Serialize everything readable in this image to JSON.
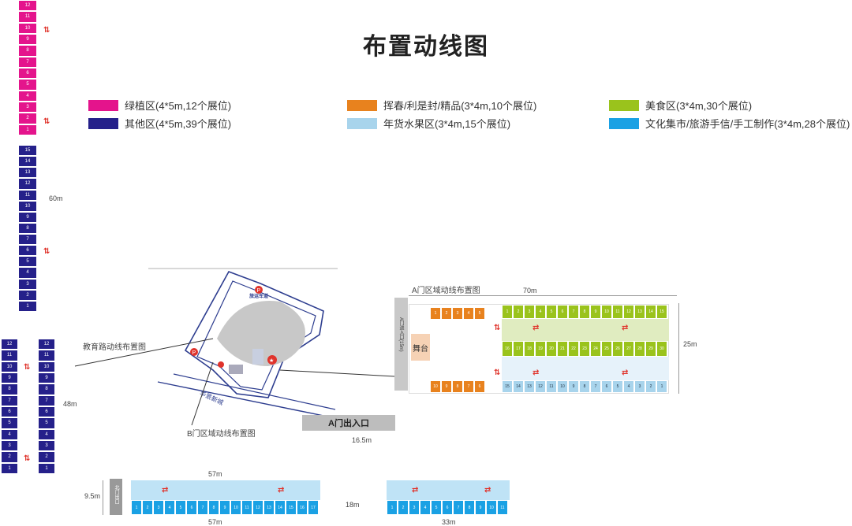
{
  "title": "布置动线图",
  "legend": [
    {
      "label": "绿植区(4*5m,12个展位)",
      "color": "#e4148c"
    },
    {
      "label": "挥春/利是封/精品(3*4m,10个展位)",
      "color": "#e8821e"
    },
    {
      "label": "美食区(3*4m,30个展位)",
      "color": "#9ac31c"
    },
    {
      "label": "其他区(4*5m,39个展位)",
      "color": "#25208a"
    },
    {
      "label": "年货水果区(3*4m,15个展位)",
      "color": "#a8d4ec"
    },
    {
      "label": "文化集市/旅游手信/手工制作(3*4m,28个展位)",
      "color": "#1aa1e4"
    }
  ],
  "dimensions": {
    "left_60m": "60m",
    "left_48m": "48m",
    "zone_a_70m": "70m",
    "zone_a_25m": "25m",
    "zone_a_16_5m": "16.5m",
    "bottom_57m_top": "57m",
    "bottom_57m_bottom": "57m",
    "bottom_9_5m": "9.5m",
    "bottom_18m": "18m",
    "bottom_33m": "33m"
  },
  "labels": {
    "education_road": "教育路动线布置图",
    "zone_b": "B门区域动线布置图",
    "zone_a": "A门区域动线布置图",
    "gate_a": "A门出入口",
    "stage": "舞台",
    "a_entrance_vertical": "A门进入口(15m)",
    "bottom_exit": "北门出口",
    "road_label": "华景新城",
    "parking_label": "旅运车道"
  },
  "left_column_top": [
    "12",
    "11",
    "10",
    "9",
    "8",
    "7",
    "6",
    "5",
    "4",
    "3",
    "2",
    "1"
  ],
  "left_column_mid": [
    "15",
    "14",
    "13",
    "12",
    "11",
    "10",
    "9",
    "8",
    "7",
    "6",
    "5",
    "4",
    "3",
    "2",
    "1"
  ],
  "left_column_low_a": [
    "12",
    "11",
    "10",
    "9",
    "8",
    "7",
    "6",
    "5",
    "4",
    "3",
    "2",
    "1"
  ],
  "left_column_low_b": [
    "12",
    "11",
    "10",
    "9",
    "8",
    "7",
    "6",
    "5",
    "4",
    "3",
    "2",
    "1"
  ],
  "zone_a_orange_top": [
    "1",
    "2",
    "3",
    "4",
    "5"
  ],
  "zone_a_orange_bottom": [
    "10",
    "9",
    "8",
    "7",
    "6"
  ],
  "zone_a_green_top": [
    "1",
    "2",
    "3",
    "4",
    "5",
    "6",
    "7",
    "8",
    "9",
    "10",
    "11",
    "12",
    "13",
    "14",
    "15"
  ],
  "zone_a_green_mid": [
    "16",
    "17",
    "18",
    "19",
    "20",
    "21",
    "22",
    "23",
    "24",
    "25",
    "26",
    "27",
    "28",
    "29",
    "30"
  ],
  "zone_a_blue_bottom": [
    "15",
    "14",
    "13",
    "12",
    "11",
    "10",
    "9",
    "8",
    "7",
    "6",
    "5",
    "4",
    "3",
    "2",
    "1"
  ],
  "bottom_left_cells": [
    "1",
    "2",
    "3",
    "4",
    "5",
    "6",
    "7",
    "8",
    "9",
    "10",
    "11",
    "12",
    "13",
    "14",
    "15",
    "16",
    "17"
  ],
  "bottom_right_cells": [
    "1",
    "2",
    "3",
    "4",
    "5",
    "6",
    "7",
    "8",
    "9",
    "10",
    "11"
  ]
}
